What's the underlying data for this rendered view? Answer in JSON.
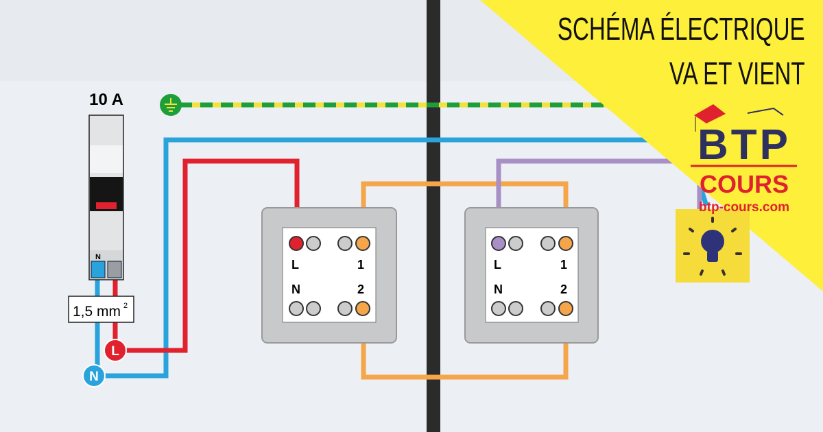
{
  "title": {
    "line1": "SCHÉMA ÉLECTRIQUE",
    "line2": "VA ET VIENT"
  },
  "logo": {
    "letters": "BTP",
    "word": "COURS",
    "site": "btp-cours.com"
  },
  "breaker": {
    "rating": "10 A",
    "neutral_label": "N"
  },
  "cable": {
    "section": "1,5 mm",
    "sup": "2"
  },
  "sources": {
    "phase": "L",
    "neutral": "N"
  },
  "switch1": {
    "t_L": "L",
    "t_1": "1",
    "t_N": "N",
    "t_2": "2"
  },
  "switch2": {
    "t_L": "L",
    "t_1": "1",
    "t_N": "N",
    "t_2": "2"
  },
  "colors": {
    "earth_green": "#1e9e3a",
    "earth_yellow": "#f2e23a",
    "neutral": "#2aa3dc",
    "phase": "#e0212e",
    "traveler": "#f5a64a",
    "return": "#a88fc6",
    "wall": "#2b2b2b",
    "banner": "#fdef3a"
  }
}
